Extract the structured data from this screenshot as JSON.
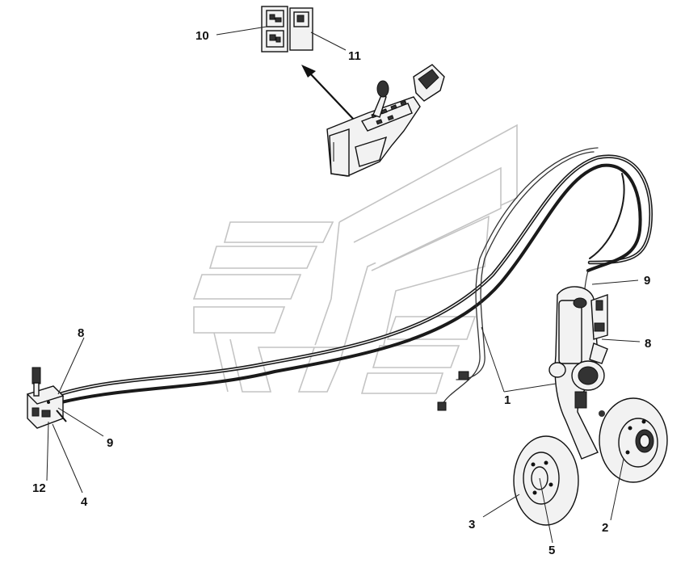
{
  "callouts": [
    {
      "id": "10",
      "label": "10"
    },
    {
      "id": "11",
      "label": "11"
    },
    {
      "id": "9a",
      "label": "9"
    },
    {
      "id": "8a",
      "label": "8"
    },
    {
      "id": "1",
      "label": "1"
    },
    {
      "id": "8b",
      "label": "8"
    },
    {
      "id": "9b",
      "label": "9"
    },
    {
      "id": "12",
      "label": "12"
    },
    {
      "id": "4",
      "label": "4"
    },
    {
      "id": "3",
      "label": "3"
    },
    {
      "id": "5",
      "label": "5"
    },
    {
      "id": "2",
      "label": "2"
    }
  ]
}
